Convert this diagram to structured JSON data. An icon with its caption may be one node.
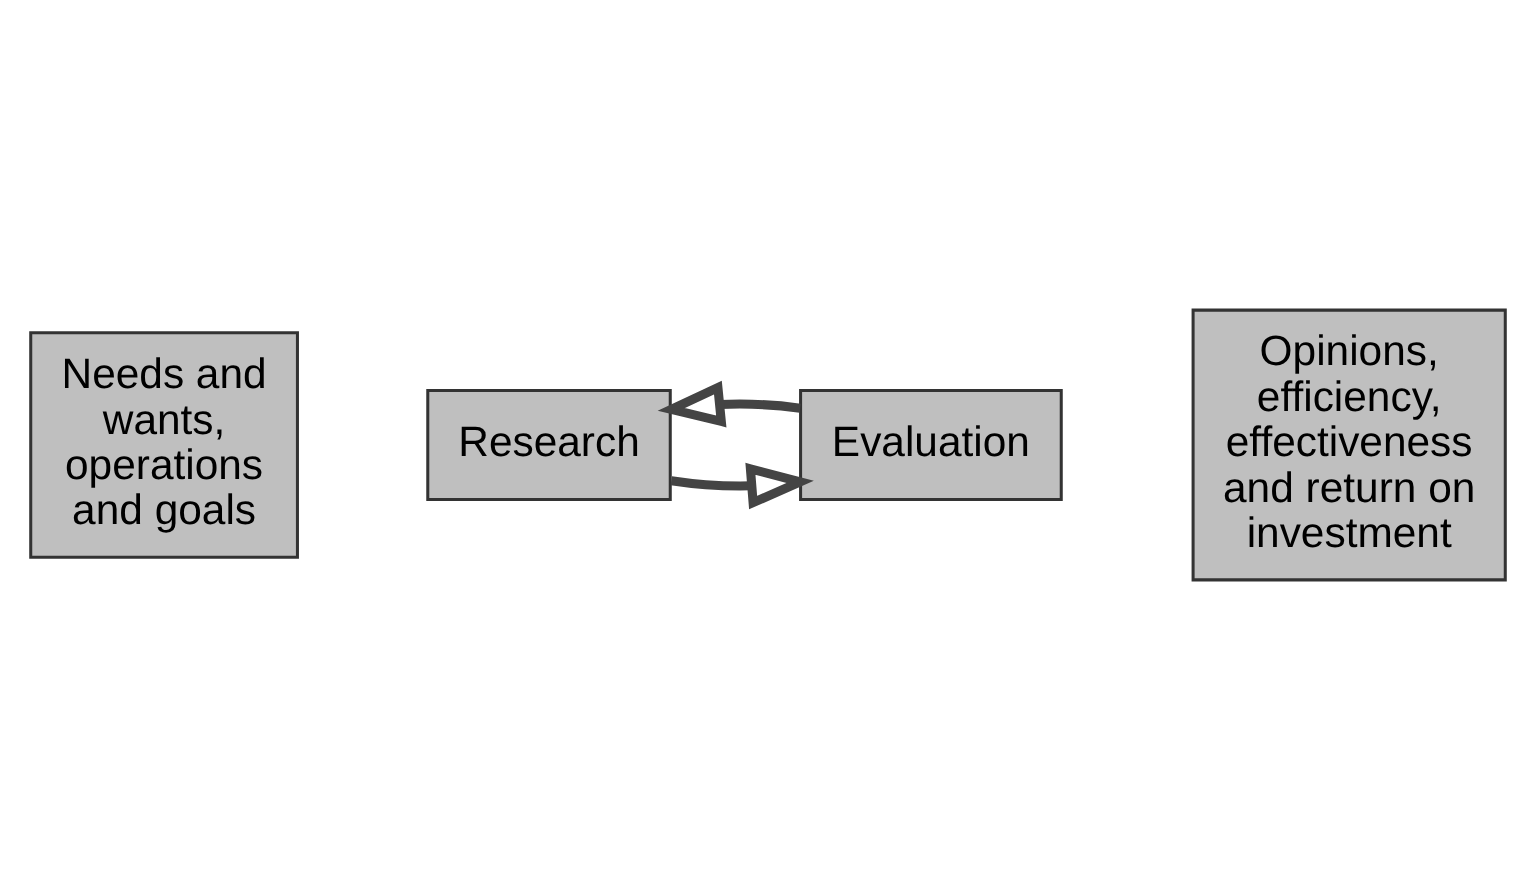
{
  "diagram": {
    "nodes": [
      {
        "text": [
          "Needs and wants, operations and goals"
        ]
      },
      {
        "text": [
          "Research"
        ]
      },
      {
        "text": [
          "Evaluation"
        ]
      },
      {
        "text": [
          "Opinions, efficiency, effectiveness and return on investment"
        ]
      }
    ],
    "edges": [
      {
        "from": 1,
        "to": 2,
        "arrow": "to"
      },
      {
        "from": 2,
        "to": 1,
        "arrow": "to"
      }
    ]
  }
}
